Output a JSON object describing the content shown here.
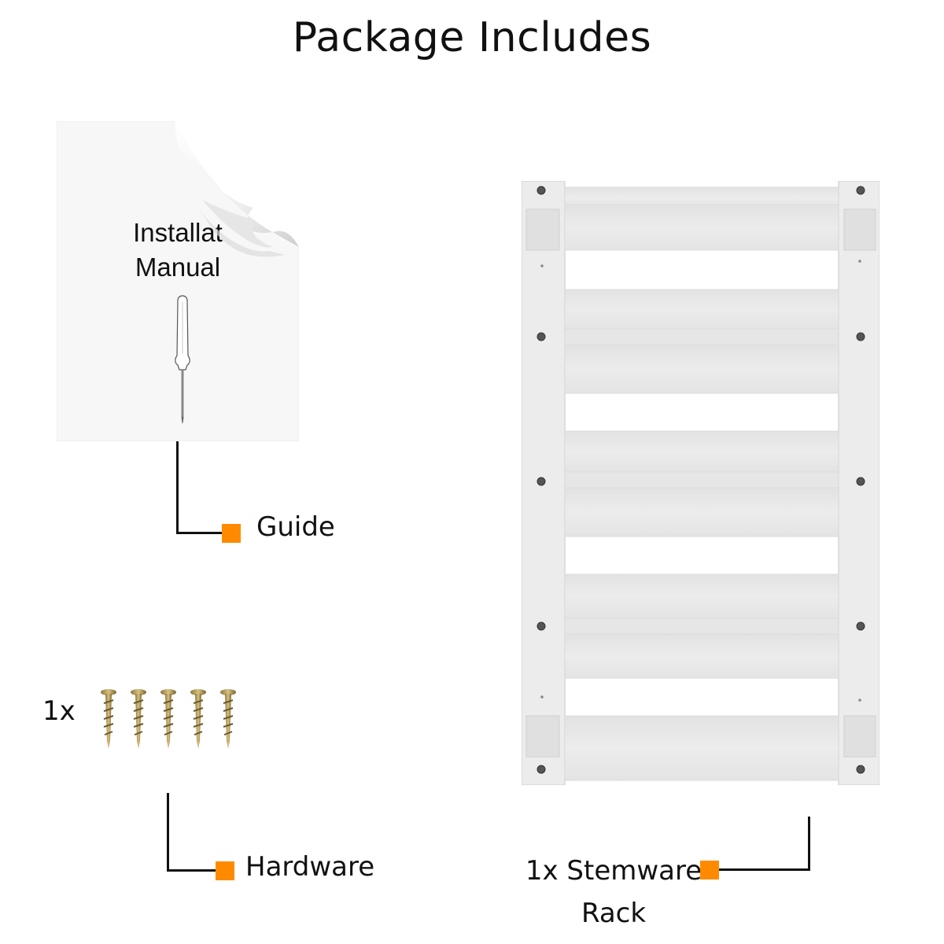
{
  "header": {
    "title": "Package Includes"
  },
  "manual": {
    "line1": "Installat",
    "line2": "Manual"
  },
  "items": {
    "guide": {
      "label": "Guide"
    },
    "hardware": {
      "quantity": "1x",
      "label": "Hardware"
    },
    "rack": {
      "line1": "1x Stemware",
      "line2": "Rack"
    }
  },
  "colors": {
    "accent": "#ff8a00",
    "line": "#111111",
    "rack": "#ececec"
  },
  "icons": [
    "screwdriver-icon",
    "screw-icon",
    "page-curl-icon"
  ]
}
